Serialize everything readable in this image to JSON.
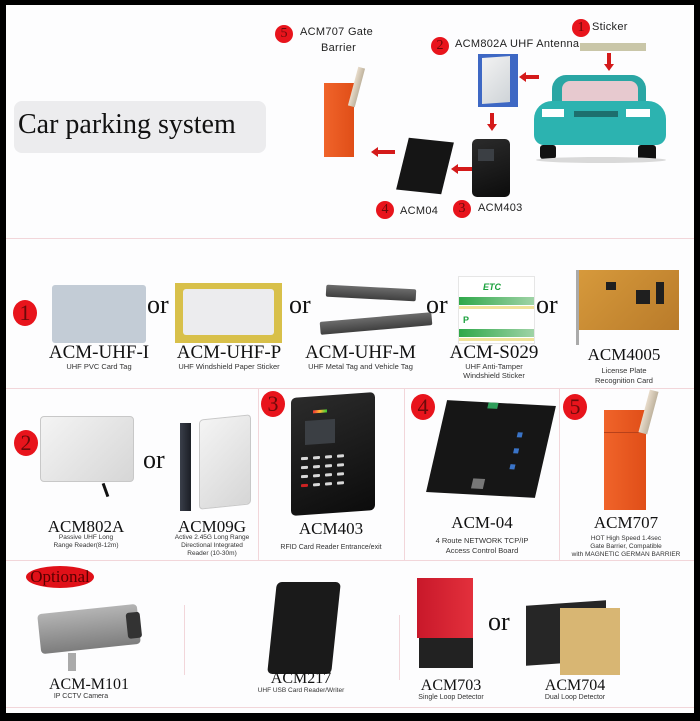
{
  "header": {
    "title": "Car parking system"
  },
  "diagram": {
    "steps": [
      {
        "number": "1",
        "label": "Sticker"
      },
      {
        "number": "2",
        "label": "ACM802A UHF Antenna"
      },
      {
        "number": "3",
        "label": "ACM403"
      },
      {
        "number": "4",
        "label": "ACM04"
      },
      {
        "number": "5",
        "label_line1": "ACM707 Gate",
        "label_line2": "Barrier"
      }
    ],
    "flow": [
      "Sticker → Car",
      "Car → ACM802A UHF Antenna",
      "ACM802A → ACM403",
      "ACM403 → ACM04",
      "ACM04 → ACM707 Gate Barrier"
    ]
  },
  "sections": {
    "tags": {
      "number": "1",
      "separator": "or",
      "products": [
        {
          "model": "ACM-UHF-I",
          "desc": "UHF PVC Card Tag"
        },
        {
          "model": "ACM-UHF-P",
          "desc": "UHF Windshield Paper Sticker"
        },
        {
          "model": "ACM-UHF-M",
          "desc": "UHF Metal Tag and Vehicle Tag"
        },
        {
          "model": "ACM-S029",
          "desc_line1": "UHF Anti-Tamper",
          "desc_line2": "Windshield Sticker"
        },
        {
          "model": "ACM4005",
          "desc_line1": "License Plate",
          "desc_line2": "Recognition Card"
        }
      ]
    },
    "readers": {
      "number": "2",
      "separator": "or",
      "products": [
        {
          "model": "ACM802A",
          "desc_line1": "Passive UHF Long",
          "desc_line2": "Range Reader(8-12m)"
        },
        {
          "model": "ACM09G",
          "desc_line1": "Active 2.45G Long Range",
          "desc_line2": "Directional Integrated",
          "desc_line3": "Reader (10-30m)"
        }
      ]
    },
    "card_reader": {
      "number": "3",
      "model": "ACM403",
      "desc": "RFID Card Reader Entrance/exit"
    },
    "control_board": {
      "number": "4",
      "model": "ACM-04",
      "desc_line1": "4 Route NETWORK TCP/IP",
      "desc_line2": "Access Control Board"
    },
    "barrier": {
      "number": "5",
      "model": "ACM707",
      "desc_line1": "HOT High Speed 1.4sec",
      "desc_line2": "Gate Barrier, Compatible",
      "desc_line3": "with MAGNETIC GERMAN BARRIER"
    },
    "optional": {
      "badge": "Optional",
      "separator": "or",
      "products": [
        {
          "model": "ACM-M101",
          "desc": "IP CCTV Camera"
        },
        {
          "model": "ACM217",
          "desc": "UHF USB Card Reader/Writer"
        },
        {
          "model": "ACM703",
          "desc": "Single Loop Detector"
        },
        {
          "model": "ACM704",
          "desc": "Dual Loop Detector"
        }
      ]
    }
  },
  "colors": {
    "badge_red": "#e8141c",
    "arrow_red": "#d41a1a",
    "divider": "#f2d6da",
    "car_teal": "#2cb3b0",
    "barrier_orange": "#f0642a"
  }
}
